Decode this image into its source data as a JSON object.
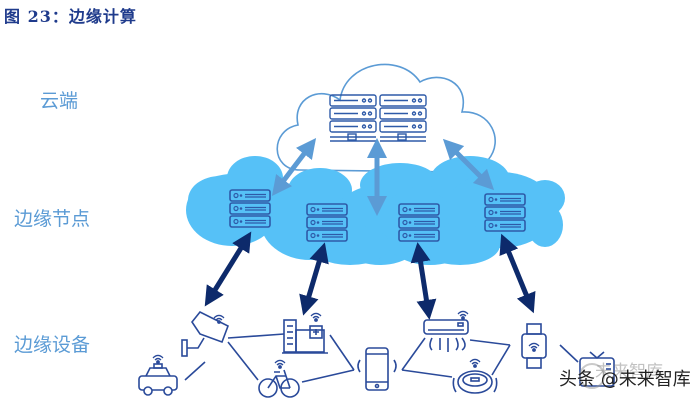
{
  "figure": {
    "title": "图 23：边缘计算"
  },
  "layers": {
    "cloud_label": "云端",
    "edge_node_label": "边缘节点",
    "edge_device_label": "边缘设备"
  },
  "diagram": {
    "cloud": {
      "icon": "server-rack-icon"
    },
    "edge_nodes": [
      {
        "icon": "server-stack-icon"
      },
      {
        "icon": "server-stack-icon"
      },
      {
        "icon": "server-stack-icon"
      },
      {
        "icon": "server-stack-icon"
      }
    ],
    "devices": [
      "taxi-icon",
      "security-camera-icon",
      "hospital-icon",
      "bicycle-icon",
      "smartphone-icon",
      "air-conditioner-icon",
      "robot-vacuum-icon",
      "smartwatch-icon",
      "television-icon"
    ],
    "colors": {
      "title": "#1f3b8c",
      "label": "#5b9bd5",
      "cloud_outline": "#5b9bd5",
      "edge_cloud_fill": "#56c1f7",
      "server_stroke": "#2e5aa8",
      "up_arrow": "#5b9bd5",
      "down_arrow": "#0d2a6b",
      "device_stroke": "#2a4a9a"
    }
  },
  "watermark": {
    "text": "头条 @未来智库",
    "overlay_text": "未来智库"
  }
}
